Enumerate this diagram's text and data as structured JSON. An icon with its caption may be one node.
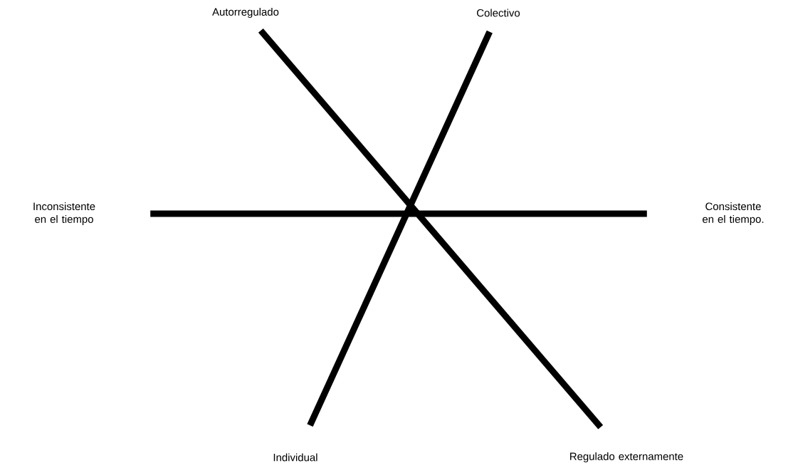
{
  "diagram": {
    "nodes": [
      {
        "text": [
          "Autorregulado"
        ]
      },
      {
        "text": [
          "Colectivo"
        ]
      },
      {
        "text": [
          "Inconsistente en el tiempo"
        ]
      },
      {
        "text": [
          "Consistente en el tiempo."
        ]
      },
      {
        "text": [
          "Individual"
        ]
      },
      {
        "text": [
          "Regulado externamente"
        ]
      }
    ],
    "edges": [
      {
        "from": 2,
        "to": 3,
        "arrow": "none"
      },
      {
        "from": 0,
        "to": 5,
        "arrow": "none"
      },
      {
        "from": 1,
        "to": 4,
        "arrow": "none"
      }
    ]
  }
}
